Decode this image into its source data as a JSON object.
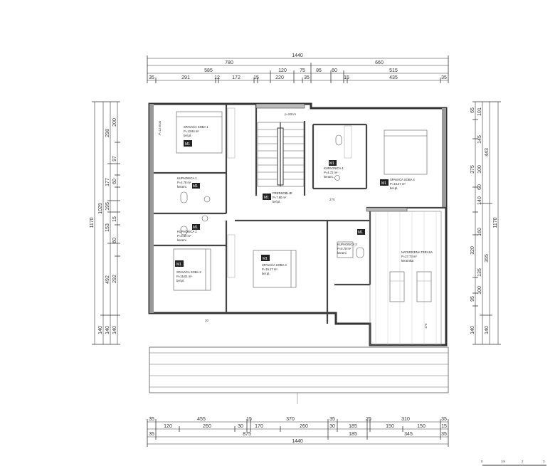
{
  "dimensions": {
    "top": {
      "row1": [
        "1440"
      ],
      "row2": [
        "780",
        "660"
      ],
      "row3": [
        "585",
        "120",
        "75",
        "85",
        "60",
        "515"
      ],
      "row4": [
        "35",
        "291",
        "12",
        "172",
        "15",
        "220",
        "35",
        "15",
        "435",
        "35"
      ]
    },
    "bottom": {
      "row1": [
        "35",
        "455",
        "15",
        "370",
        "35",
        "25",
        "310",
        "35"
      ],
      "row2": [
        "120",
        "260",
        "30",
        "170",
        "260",
        "30",
        "185",
        "150",
        "150",
        "15"
      ],
      "row3": [
        "35",
        "875",
        "185",
        "345",
        "35"
      ],
      "row4": [
        "1440"
      ]
    },
    "left": {
      "outer": [
        "1170"
      ],
      "mid": [
        "1029",
        "140"
      ],
      "inner": [
        "298",
        "177",
        "195",
        "153",
        "492",
        "140"
      ],
      "innermost": [
        "200",
        "97",
        "60",
        "15",
        "60",
        "292",
        "140"
      ]
    },
    "right": {
      "outer": [
        "1170"
      ],
      "mid": [
        "443",
        "355",
        "140"
      ],
      "inner": [
        "65",
        "101",
        "145",
        "375",
        "100",
        "60",
        "140",
        "160",
        "320",
        "135",
        "100",
        "95",
        "140"
      ]
    }
  },
  "rooms": [
    {
      "name": "SPAVAĆA SOBA 1",
      "area": "P=13.64 m²",
      "floor": "bel.pl.",
      "tag": "M1"
    },
    {
      "name": "KUPAONICA 1",
      "area": "P=4.78 m²",
      "floor": "kerami.",
      "tag": "M1"
    },
    {
      "name": "KUPAONICA 2",
      "area": "P=3.60 m²",
      "floor": "kerami.",
      "tag": "M1"
    },
    {
      "name": "SPAVAĆA SOBA 2",
      "area": "P=15.01 m²",
      "floor": "bel.pl.",
      "tag": "M1"
    },
    {
      "name": "PREDSOBLJE",
      "area": "P=7.60 m²",
      "floor": "bel.pl.",
      "tag": "M1"
    },
    {
      "name": "SPAVAĆA SOBA 3",
      "area": "P=15.17 m²",
      "floor": "bel.pl.",
      "tag": "M1"
    },
    {
      "name": "KUPAONICA 4",
      "area": "P=4.72 m²",
      "floor": "kerami.",
      "tag": "M1"
    },
    {
      "name": "SPAVAĆA SOBA 4",
      "area": "P=16.47 m²",
      "floor": "bel.pl.",
      "tag": "M1"
    },
    {
      "name": "KUPAONICA 3",
      "area": "P=5.78 m²",
      "floor": "kerami.",
      "tag": "M1"
    },
    {
      "name": "NATKRIVENA TERASA",
      "area": "P=27.73 m²",
      "floor": "keramika",
      "tag": ""
    }
  ],
  "notes": {
    "stair_width": "p=90cm",
    "room1_height": "P=12.0cm",
    "level_a": "270",
    "level_b": "175",
    "level_c": "20",
    "scale": [
      "0",
      "1m",
      "2",
      "3"
    ]
  }
}
